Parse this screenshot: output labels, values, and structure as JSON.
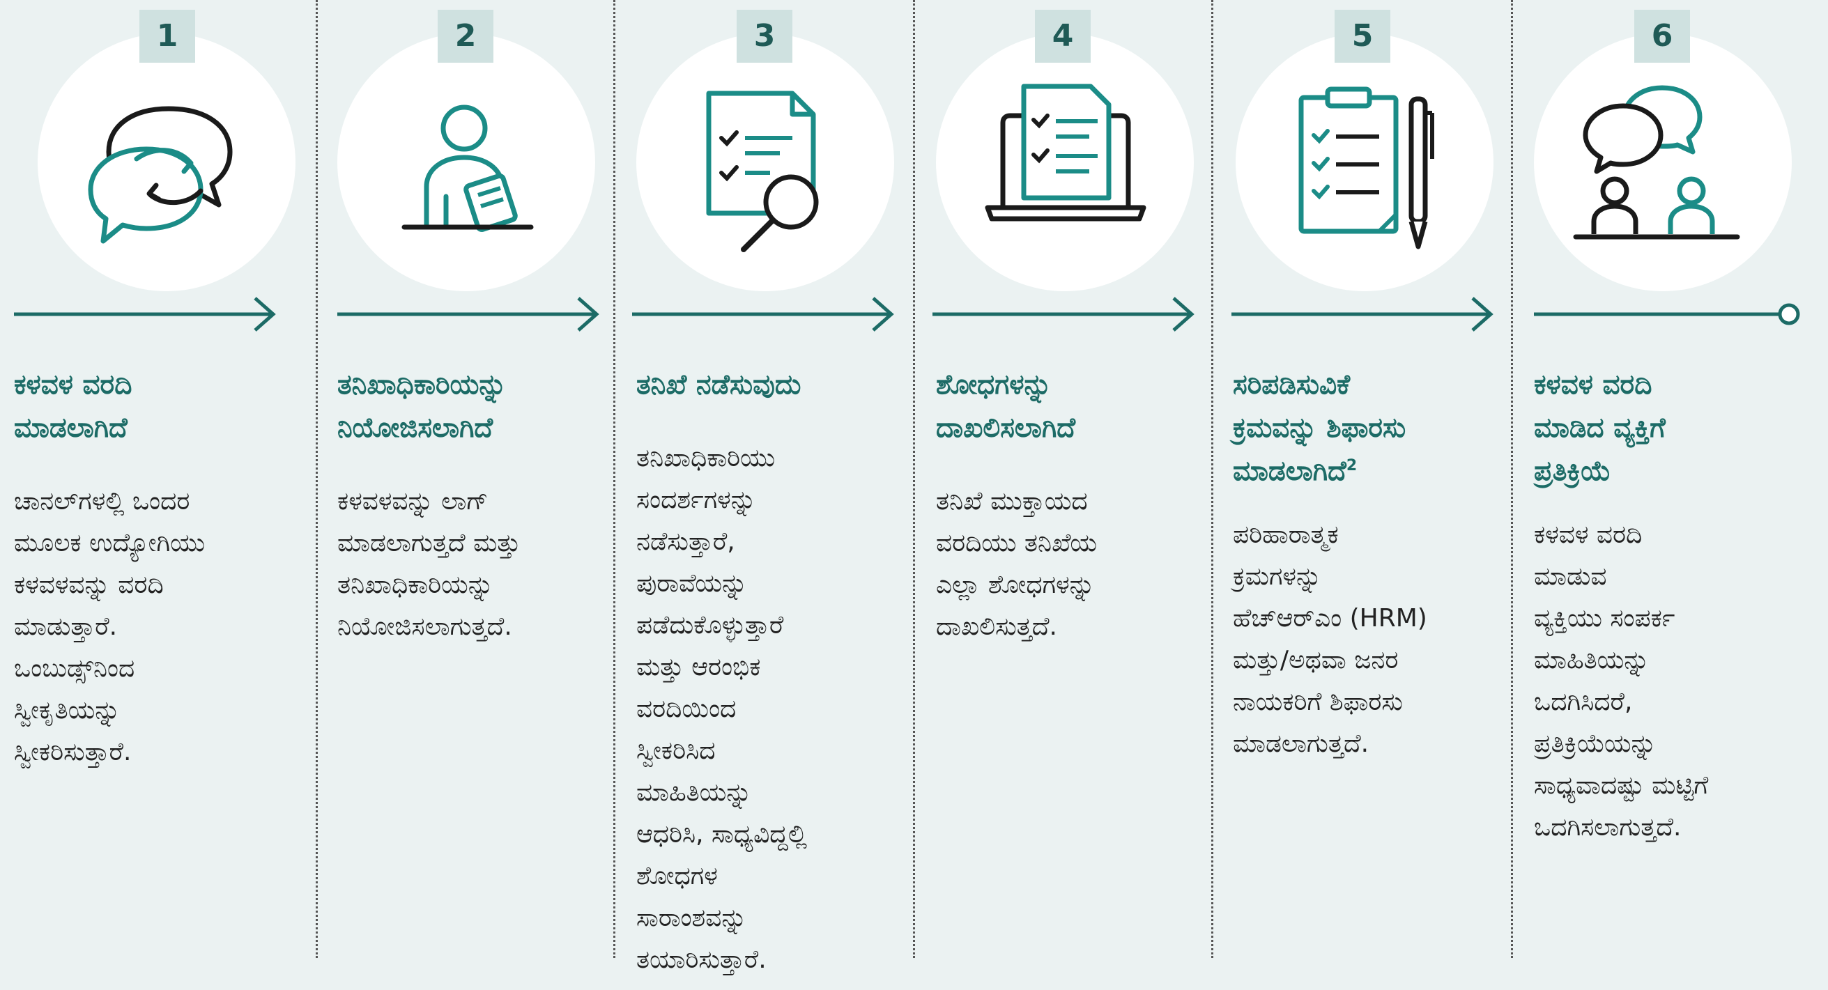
{
  "colors": {
    "teal": "#1c6b66",
    "badge": "#cfe1e0",
    "dark": "#1a1a1a",
    "accent": "#1a9a95"
  },
  "steps": [
    {
      "number": "1",
      "title": "ಕಳವಳ ವರದಿ\nಮಾಡಲಾಗಿದೆ",
      "body": "ಚಾನಲ್‌ಗಳಲ್ಲಿ ಒಂದರ\nಮೂಲಕ ಉದ್ಯೋಗಿಯು\nಕಳವಳವನ್ನು ವರದಿ\nಮಾಡುತ್ತಾರೆ.\nಒಂಬುಡ್ಸ್‌ನಿಂದ\nಸ್ವೀಕೃತಿಯನ್ನು\nಸ್ವೀಕರಿಸುತ್ತಾರೆ.",
      "icon": "speech-bubbles-icon"
    },
    {
      "number": "2",
      "title": "ತನಿಖಾಧಿಕಾರಿಯನ್ನು\nನಿಯೋಜಿಸಲಾಗಿದೆ",
      "body": "ಕಳವಳವನ್ನು ಲಾಗ್\nಮಾಡಲಾಗುತ್ತದೆ ಮತ್ತು\nತನಿಖಾಧಿಕಾರಿಯನ್ನು\nನಿಯೋಜಿಸಲಾಗುತ್ತದೆ.",
      "icon": "person-with-document-icon"
    },
    {
      "number": "3",
      "title": "ತನಿಖೆ ನಡೆಸುವುದು",
      "body": "ತನಿಖಾಧಿಕಾರಿಯು\nಸಂದರ್ಶಗಳನ್ನು\nನಡೆಸುತ್ತಾರೆ,\nಪುರಾವೆಯನ್ನು\nಪಡೆದುಕೊಳ್ಳುತ್ತಾರೆ\nಮತ್ತು ಆರಂಭಿಕ\nವರದಿಯಿಂದ\nಸ್ವೀಕರಿಸಿದ\nಮಾಹಿತಿಯನ್ನು\nಆಧರಿಸಿ, ಸಾಧ್ಯವಿದ್ದಲ್ಲಿ\nಶೋಧಗಳ\nಸಾರಾಂಶವನ್ನು\nತಯಾರಿಸುತ್ತಾರೆ.",
      "icon": "document-magnifier-icon"
    },
    {
      "number": "4",
      "title": "ಶೋಧಗಳನ್ನು\nದಾಖಲಿಸಲಾಗಿದೆ",
      "body": "ತನಿಖೆ ಮುಕ್ತಾಯದ\nವರದಿಯು ತನಿಖೆಯ\nಎಲ್ಲಾ ಶೋಧಗಳನ್ನು\nದಾಖಲಿಸುತ್ತದೆ.",
      "icon": "laptop-checklist-icon"
    },
    {
      "number": "5",
      "title": "ಸರಿಪಡಿಸುವಿಕೆ\nಕ್ರಮವನ್ನು ಶಿಫಾರಸು\nಮಾಡಲಾಗಿದೆ",
      "title_sup": "2",
      "body": "ಪರಿಹಾರಾತ್ಮಕ\nಕ್ರಮಗಳನ್ನು\nಹೆಚ್‌ಆರ್‌ಎಂ (HRM)\nಮತ್ತು/ಅಥವಾ ಜನರ\nನಾಯಕರಿಗೆ ಶಿಫಾರಸು\nಮಾಡಲಾಗುತ್ತದೆ.",
      "icon": "clipboard-pen-icon"
    },
    {
      "number": "6",
      "title": "ಕಳವಳ ವರದಿ\nಮಾಡಿದ ವ್ಯಕ್ತಿಗೆ\nಪ್ರತಿಕ್ರಿಯೆ",
      "body": "ಕಳವಳ ವರದಿ\nಮಾಡುವ\nವ್ಯಕ್ತಿಯು ಸಂಪರ್ಕ\nಮಾಹಿತಿಯನ್ನು\nಒದಗಿಸಿದರೆ,\nಪ್ರತಿಕ್ರಿಯೆಯನ್ನು\nಸಾಧ್ಯವಾದಷ್ಟು ಮಟ್ಟಿಗೆ\nಒದಗಿಸಲಾಗುತ್ತದೆ.",
      "icon": "two-people-conversation-icon"
    }
  ]
}
